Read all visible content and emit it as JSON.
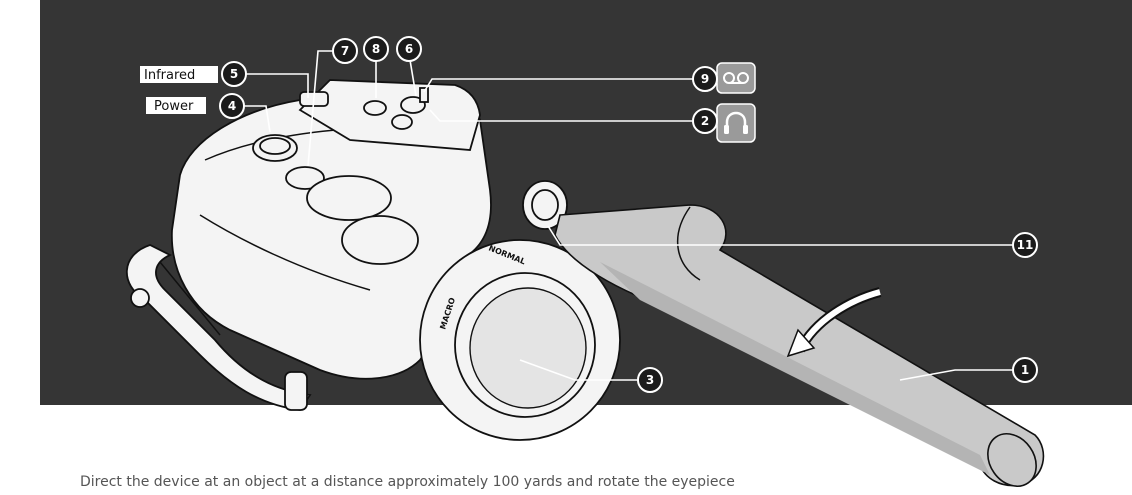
{
  "callouts": {
    "c1": "1",
    "c2": "2",
    "c3": "3",
    "c4": "4",
    "c5": "5",
    "c6": "6",
    "c7": "7",
    "c8": "8",
    "c9": "9",
    "c11": "11"
  },
  "labels": {
    "infrared": "Infrared",
    "power": "Power"
  },
  "ring_marks": {
    "normal": "NORMAL",
    "macro": "MACRO"
  },
  "icons": {
    "c9_icon": "cassette-tape-icon",
    "c2_icon": "headphones-icon",
    "rotation_icon": "rotation-arrow-icon"
  },
  "colors": {
    "panel_background": "#353535",
    "badge_fill": "#1b1b1b",
    "icon_tile": "#9a9a9a",
    "caption_text": "#555555"
  },
  "caption": "Direct the device at an object at a distance approximately 100 yards and rotate the eyepiece"
}
